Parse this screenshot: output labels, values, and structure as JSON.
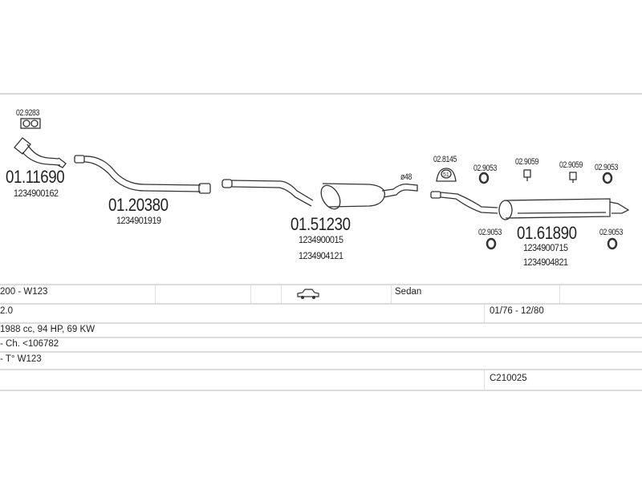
{
  "parts": [
    {
      "id": "01.11690",
      "oe": [
        "1234900162"
      ]
    },
    {
      "id": "01.20380",
      "oe": [
        "1234901919"
      ]
    },
    {
      "id": "01.51230",
      "oe": [
        "1234900015",
        "1234904121"
      ]
    },
    {
      "id": "01.61890",
      "oe": [
        "1234900715",
        "1234904821"
      ]
    }
  ],
  "accessories": {
    "gasket": "02.9283",
    "hanger": "02.8145",
    "hanger_number": "51",
    "ring_a": "02.9053",
    "clamp_a": "02.9059",
    "clamp_b": "02.9059",
    "ring_b": "02.9053",
    "ring_c": "02.9053",
    "ring_d": "02.9053"
  },
  "diameter": "ø48",
  "table": {
    "model": "200 - W123",
    "body": "Sedan",
    "engine": "2.0",
    "years": "01/76 - 12/80",
    "power": "1988 cc, 94 HP, 69 KW",
    "chassis": "- Ch. <106782",
    "type": "- T° W123",
    "code": "C210025",
    "icon": "car-sedan-icon"
  }
}
